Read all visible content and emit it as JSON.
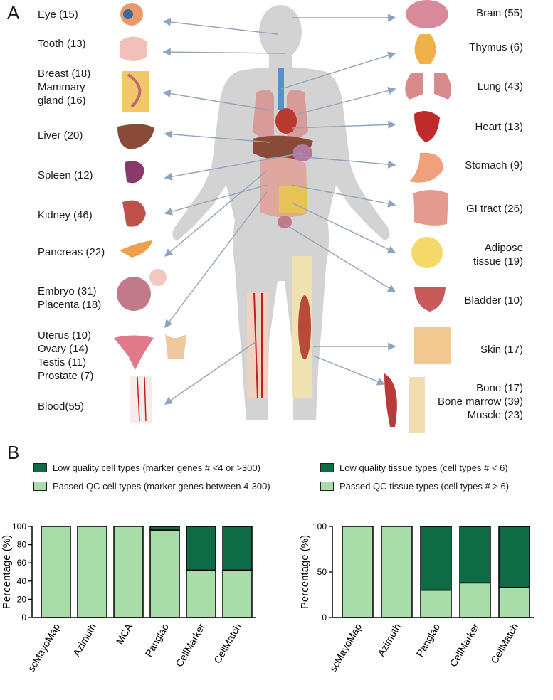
{
  "panel_a": {
    "letter": "A",
    "tissues_left": [
      {
        "id": "eye",
        "label": "Eye (15)"
      },
      {
        "id": "tooth",
        "label": "Tooth (13)"
      },
      {
        "id": "breast",
        "label": "Breast (18)\nMammary\ngland (16)"
      },
      {
        "id": "liver",
        "label": "Liver (20)"
      },
      {
        "id": "spleen",
        "label": "Spleen (12)"
      },
      {
        "id": "kidney",
        "label": "Kidney (46)"
      },
      {
        "id": "pancreas",
        "label": "Pancreas (22)"
      },
      {
        "id": "embryo",
        "label": "Embryo (31)\nPlacenta (18)"
      },
      {
        "id": "reproductive",
        "label": "Uterus (10)\nOvary (14)\nTestis (11)\nProstate (7)"
      },
      {
        "id": "blood",
        "label": "Blood(55)"
      }
    ],
    "tissues_right": [
      {
        "id": "brain",
        "label": "Brain (55)"
      },
      {
        "id": "thymus",
        "label": "Thymus (6)"
      },
      {
        "id": "lung",
        "label": "Lung (43)"
      },
      {
        "id": "heart",
        "label": "Heart (13)"
      },
      {
        "id": "stomach",
        "label": "Stomach (9)"
      },
      {
        "id": "gi",
        "label": "GI tract  (26)"
      },
      {
        "id": "adipose",
        "label": "Adipose\ntissue (19)"
      },
      {
        "id": "bladder",
        "label": "Bladder (10)"
      },
      {
        "id": "skin",
        "label": "Skin (17)"
      },
      {
        "id": "bone",
        "label": "Bone (17)\nBone marrow (39)\nMuscle (23)"
      }
    ]
  },
  "panel_b": {
    "letter": "B",
    "colors": {
      "low": "#0e6b45",
      "passed": "#a8dca8"
    },
    "left_legend": {
      "low": "Low quality cell types (marker genes # <4 or >300)",
      "passed": "Passed QC cell types (marker genes between 4-300)"
    },
    "right_legend": {
      "low": "Low quality tissue types (cell types # < 6)",
      "passed": "Passed QC tissue types (cell types # > 6)"
    }
  },
  "chart_data": [
    {
      "type": "bar",
      "stacked": true,
      "categories": [
        "scMayoMap",
        "Azimuth",
        "MCA",
        "Panglao",
        "CellMarker",
        "CellMatch"
      ],
      "series": [
        {
          "name": "Passed QC cell types (marker genes between 4-300)",
          "values": [
            100,
            100,
            100,
            96,
            52,
            52
          ]
        },
        {
          "name": "Low quality cell types (marker genes # <4 or >300)",
          "values": [
            0,
            0,
            0,
            4,
            48,
            48
          ]
        }
      ],
      "ylabel": "Percentage (%)",
      "ylim": [
        0,
        100
      ],
      "yticks": [
        0,
        20,
        40,
        60,
        80,
        100
      ]
    },
    {
      "type": "bar",
      "stacked": true,
      "categories": [
        "scMayoMap",
        "Azimuth",
        "Panglao",
        "CellMarker",
        "CellMatch"
      ],
      "series": [
        {
          "name": "Passed QC tissue types (cell types # > 6)",
          "values": [
            100,
            100,
            30,
            38,
            33
          ]
        },
        {
          "name": "Low quality tissue types (cell types # < 6)",
          "values": [
            0,
            0,
            70,
            62,
            67
          ]
        }
      ],
      "ylabel": "Percentage (%)",
      "ylim": [
        0,
        100
      ],
      "yticks": [
        0,
        50,
        100
      ]
    }
  ]
}
